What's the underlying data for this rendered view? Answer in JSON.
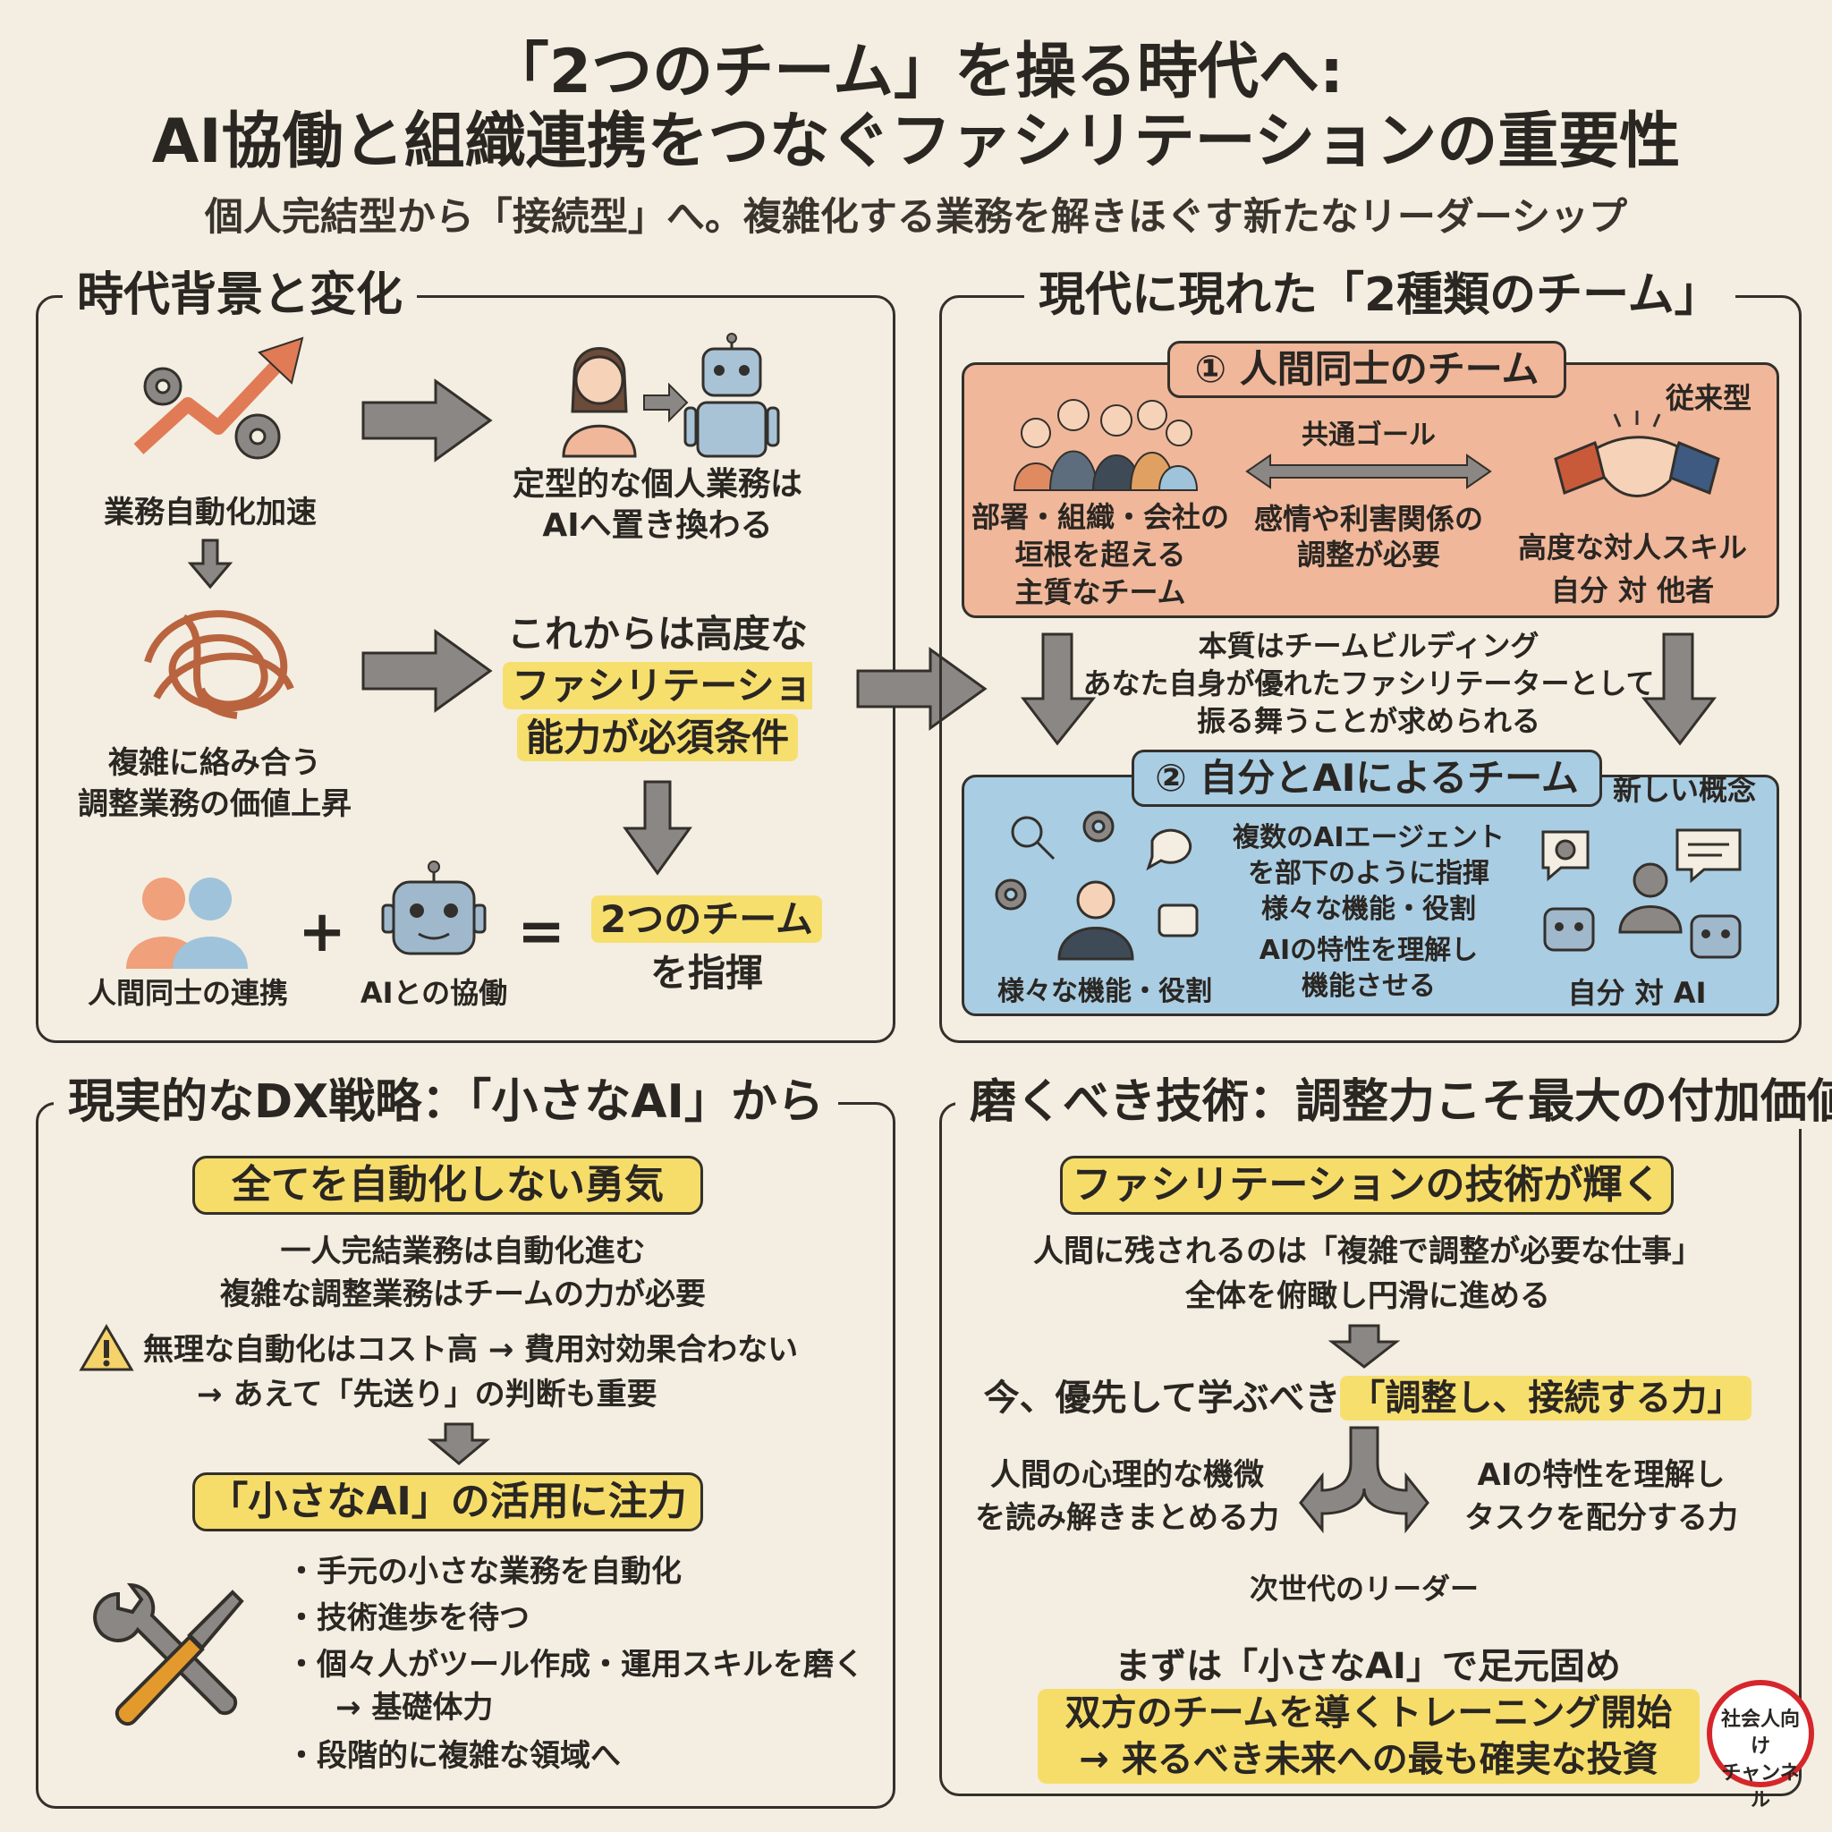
{
  "header": {
    "title_line1": "「2つのチーム」を操る時代へ:",
    "title_line2": "AI協働と組織連携をつなぐファシリテーションの重要性",
    "subtitle": "個人完結型から「接続型」へ。複雑化する業務を解きほぐす新たなリーダーシップ"
  },
  "background": {
    "title": "時代背景と変化",
    "automation_label": "業務自動化加速",
    "replace_label_1": "定型的な個人業務は",
    "replace_label_2": "AIへ置き換わる",
    "tangle_label_1": "複雑に絡み合う",
    "tangle_label_2": "調整業務の価値上昇",
    "need_line1": "これからは高度な",
    "need_line2": "ファシリテーション",
    "need_line3": "能力が必須条件",
    "human_label": "人間同士の連携",
    "ai_label": "AIとの協働",
    "plus": "+",
    "equals": "=",
    "result_line1": "2つのチーム",
    "result_line2": "を指揮"
  },
  "teams": {
    "title": "現代に現れた「2種類のチーム」",
    "team1": {
      "label": "① 人間同士のチーム",
      "tag": "従来型",
      "goal": "共通ゴール",
      "left_1": "部署・組織・会社の",
      "left_2": "垣根を超える",
      "left_3": "主質なチーム",
      "mid_1": "感情や利害関係の",
      "mid_2": "調整が必要",
      "right_1": "高度な対人スキル",
      "right_2": "自分 対 他者"
    },
    "middle_1": "本質はチームビルディング",
    "middle_2": "あなた自身が優れたファシリテーターとして",
    "middle_3": "振る舞うことが求められる",
    "team2": {
      "label": "② 自分とAIによるチーム",
      "tag": "新しい概念",
      "center_1": "複数のAIエージェント",
      "center_2": "を部下のように指揮",
      "center_3": "様々な機能・役割",
      "center_4": "AIの特性を理解し",
      "center_5": "機能させる",
      "left": "様々な機能・役割",
      "right": "自分 対 AI"
    }
  },
  "dx": {
    "title": "現実的なDX戦略：「小さなAI」から",
    "box1": "全てを自動化しない勇気",
    "line1": "一人完結業務は自動化進む",
    "line2": "複雑な調整業務はチームの力が必要",
    "warn_line": "無理な自動化はコスト高 → 費用対効果合わない",
    "line4": "→ あえて「先送り」の判断も重要",
    "box2": "「小さなAI」の活用に注力",
    "bullets": [
      "・手元の小さな業務を自動化",
      "・技術進歩を待つ",
      "・個々人がツール作成・運用スキルを磨く",
      "→ 基礎体力",
      "・段階的に複雑な領域へ"
    ]
  },
  "skills": {
    "title": "磨くべき技術：調整力こそ最大の付加価値",
    "box1": "ファシリテーションの技術が輝く",
    "line1": "人間に残されるのは「複雑で調整が必要な仕事」",
    "line2": "全体を俯瞰し円滑に進める",
    "priority_prefix": "今、優先して学ぶべき",
    "priority_hl": "「調整し、接続する力」",
    "left_1": "人間の心理的な機微",
    "left_2": "を読み解きまとめる力",
    "right_1": "AIの特性を理解し",
    "right_2": "タスクを配分する力",
    "leader": "次世代のリーダー",
    "final_1": "まずは「小さなAI」で足元固め",
    "final_2": "双方のチームを導くトレーニング開始",
    "final_3": "→ 来るべき未来への最も確実な投資"
  },
  "stamp": {
    "line1": "社会人向け",
    "line2": "チャンネル"
  },
  "colors": {
    "background": "#f3eee1",
    "orange": "#f0b79a",
    "blue": "#a9cde3",
    "yellow": "#f6dd6a",
    "gray": "#8b8784",
    "red": "#d6262b"
  }
}
